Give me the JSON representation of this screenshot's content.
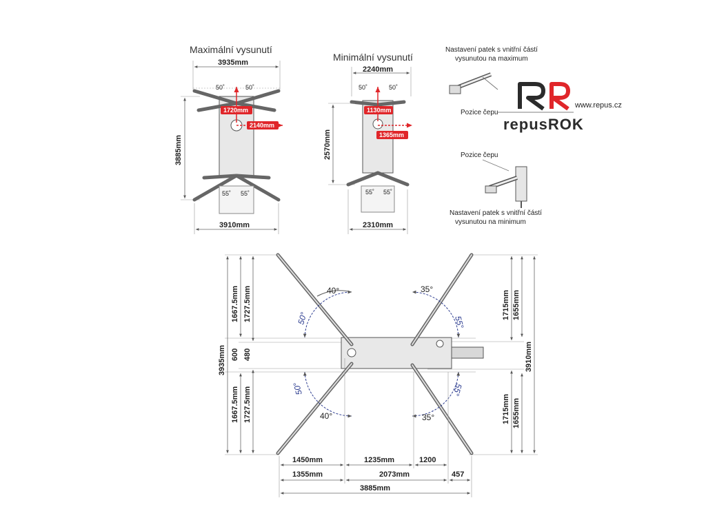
{
  "titles": {
    "max": "Maximální vysunutí",
    "min": "Minimální vysunutí"
  },
  "notes": {
    "top_setting": "Nastavení patek s vnitřní částí",
    "top_setting2": "vysunutou na maximum",
    "pin_position_1": "Pozice čepu",
    "pin_position_2": "Pozice čepu",
    "bottom_setting": "Nastavení patek s vnitřní částí",
    "bottom_setting2": "vysunutou na minimum"
  },
  "brand": {
    "name": "repusROK",
    "url": "www.repus.cz",
    "color": "#2b2b2b"
  },
  "colors": {
    "accent_red": "#e0262a",
    "angle_blue": "#2b3b8f"
  },
  "max_view": {
    "top_width": "3935mm",
    "height": "3885mm",
    "bottom_width": "3910mm",
    "tag_top": "1720mm",
    "tag_mid": "2140mm",
    "angle_left": "50˚",
    "angle_right": "50˚",
    "angle_bot_left": "55˚",
    "angle_bot_right": "55˚"
  },
  "min_view": {
    "top_width": "2240mm",
    "height": "2570mm",
    "bottom_width": "2310mm",
    "tag_top": "1130mm",
    "tag_mid": "1365mm",
    "angle_left": "50˚",
    "angle_right": "50˚",
    "angle_bot_left": "55˚",
    "angle_bot_right": "55˚"
  },
  "plan": {
    "left_outer": "3935mm",
    "left_600": "600",
    "left_480": "480",
    "left_up_a": "1667.5mm",
    "left_up_b": "1727.5mm",
    "left_dn_a": "1667.5mm",
    "left_dn_b": "1727.5mm",
    "right_up_a": "1715mm",
    "right_up_b": "1655mm",
    "right_dn_a": "1715mm",
    "right_dn_b": "1655mm",
    "right_outer": "3910mm",
    "bottom_row1": [
      "1450mm",
      "1235mm",
      "1200"
    ],
    "bottom_row2": [
      "1355mm",
      "2073mm",
      "457"
    ],
    "bottom_total": "3885mm",
    "angle_tl_40": "40°",
    "angle_tl_50": "50°",
    "angle_tr_35": "35°",
    "angle_tr_55": "55°",
    "angle_bl_50": "50°",
    "angle_bl_40": "40°",
    "angle_br_55": "55°",
    "angle_br_35": "35°"
  }
}
